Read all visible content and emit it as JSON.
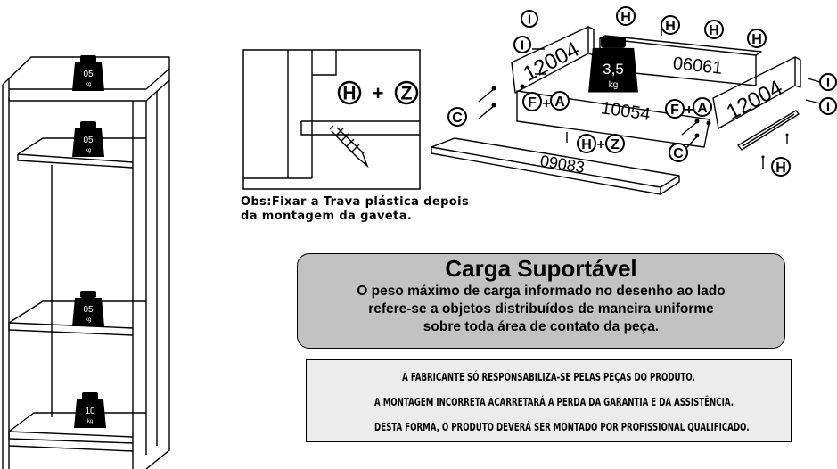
{
  "weights": {
    "shelf1": {
      "value": "05",
      "unit": "kg"
    },
    "shelf2": {
      "value": "05",
      "unit": "kg"
    },
    "shelf3": {
      "value": "05",
      "unit": "kg"
    },
    "shelf4": {
      "value": "10",
      "unit": "kg"
    },
    "drawer": {
      "value": "3,5",
      "unit": "kg"
    }
  },
  "detail": {
    "label_h": "H",
    "plus": "+",
    "label_z": "Z"
  },
  "drawer_parts": {
    "code_left_side": "12004",
    "code_back": "06061",
    "code_right_side": "12004",
    "code_front": "10054",
    "code_bottom": "09083"
  },
  "hardware_labels": {
    "i": "I",
    "h": "H",
    "c": "C",
    "f": "F",
    "a": "A",
    "z": "Z",
    "plus": "+"
  },
  "note": {
    "line1": "Obs:Fixar a Trava plástica depois",
    "line2": "da montagem da gaveta."
  },
  "carga": {
    "title": "Carga Suportável",
    "line1": "O peso máximo de carga informado no desenho ao lado",
    "line2": "refere-se a objetos distribuídos de maneira uniforme",
    "line3": "sobre toda área de contato da peça."
  },
  "warning": {
    "line1": "A FABRICANTE SÓ RESPONSABILIZA-SE PELAS PEÇAS DO PRODUTO.",
    "line2": "A MONTAGEM INCORRETA ACARRETARÁ A PERDA DA GARANTIA E DA ASSISTÊNCIA.",
    "line3": "DESTA FORMA, O PRODUTO DEVERÁ SER MONTADO POR PROFISSIONAL QUALIFICADO."
  }
}
